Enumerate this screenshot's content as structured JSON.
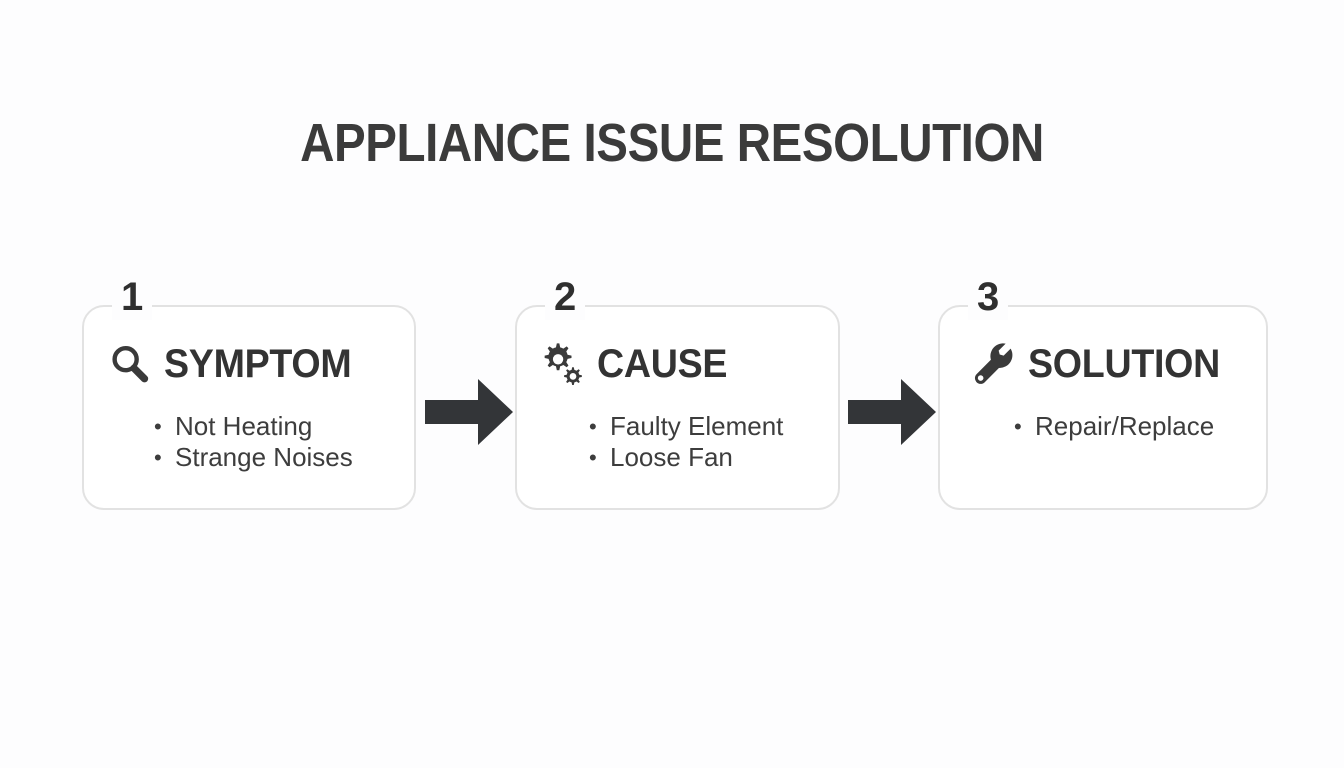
{
  "page": {
    "title": "APPLIANCE ISSUE RESOLUTION",
    "background_color": "#fdfdfe",
    "text_color": "#333333",
    "card_border_color": "#e2e2e2",
    "arrow_color": "#333538"
  },
  "steps": [
    {
      "number": "1",
      "icon": "magnifier-icon",
      "heading": "SYMPTOM",
      "bullets": [
        "Not Heating",
        "Strange Noises"
      ]
    },
    {
      "number": "2",
      "icon": "gears-icon",
      "heading": "CAUSE",
      "bullets": [
        "Faulty Element",
        "Loose Fan"
      ]
    },
    {
      "number": "3",
      "icon": "wrench-icon",
      "heading": "SOLUTION",
      "bullets": [
        "Repair/Replace"
      ]
    }
  ],
  "connectors": [
    {
      "name": "arrow-right-icon",
      "from": "1",
      "to": "2"
    },
    {
      "name": "arrow-right-icon",
      "from": "2",
      "to": "3"
    }
  ]
}
